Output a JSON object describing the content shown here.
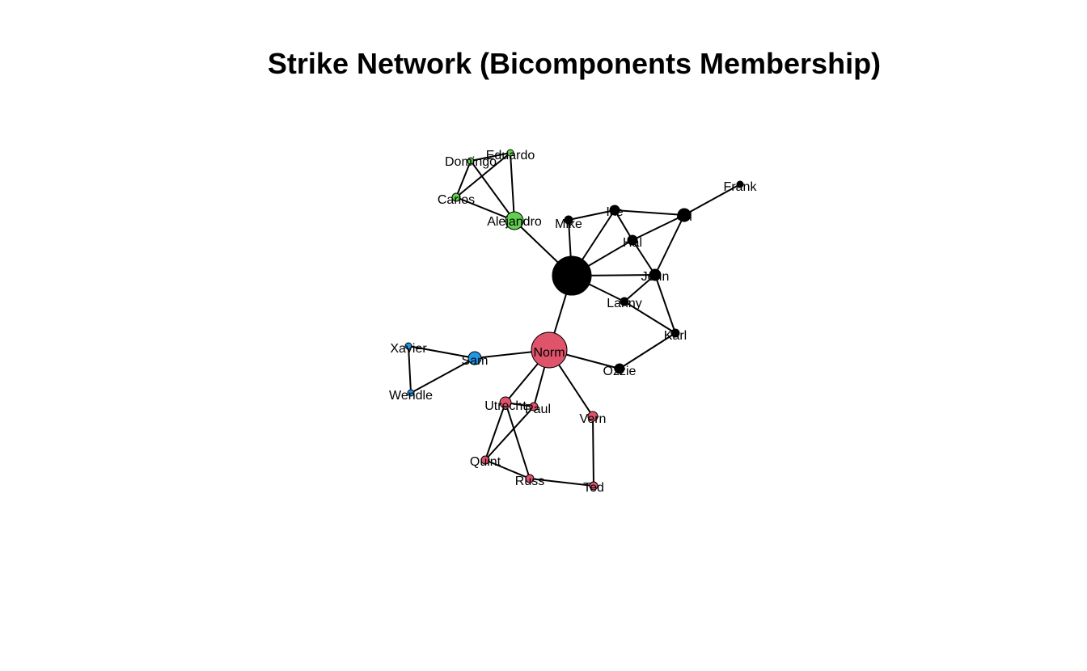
{
  "title": "Strike Network (Bicomponents Membership)",
  "colors": {
    "black": "#000000",
    "red": "#DF536B",
    "green": "#61D04F",
    "blue": "#2297E6",
    "edge": "#000000"
  },
  "nodes": [
    {
      "id": "hub",
      "label": "",
      "color": "black"
    },
    {
      "id": "Norm",
      "label": "Norm",
      "color": "red"
    },
    {
      "id": "Alejandro",
      "label": "Alejandro",
      "color": "green"
    },
    {
      "id": "Carlos",
      "label": "Carlos",
      "color": "green"
    },
    {
      "id": "Domingo",
      "label": "Domingo",
      "color": "green"
    },
    {
      "id": "Eduardo",
      "label": "Eduardo",
      "color": "green"
    },
    {
      "id": "Mike",
      "label": "Mike",
      "color": "black"
    },
    {
      "id": "Ike",
      "label": "Ike",
      "color": "black"
    },
    {
      "id": "Gil",
      "label": "Gil",
      "color": "black"
    },
    {
      "id": "Frank",
      "label": "Frank",
      "color": "black"
    },
    {
      "id": "Hal",
      "label": "Hal",
      "color": "black"
    },
    {
      "id": "John",
      "label": "John",
      "color": "black"
    },
    {
      "id": "Lanny",
      "label": "Lanny",
      "color": "black"
    },
    {
      "id": "Karl",
      "label": "Karl",
      "color": "black"
    },
    {
      "id": "Ozzie",
      "label": "Ozzie",
      "color": "black"
    },
    {
      "id": "Xavier",
      "label": "Xavier",
      "color": "blue"
    },
    {
      "id": "Sam",
      "label": "Sam",
      "color": "blue"
    },
    {
      "id": "Wendle",
      "label": "Wendle",
      "color": "blue"
    },
    {
      "id": "Utrecht",
      "label": "Utrecht",
      "color": "red"
    },
    {
      "id": "Paul",
      "label": "Paul",
      "color": "red"
    },
    {
      "id": "Vern",
      "label": "Vern",
      "color": "red"
    },
    {
      "id": "Quint",
      "label": "Quint",
      "color": "red"
    },
    {
      "id": "Russ",
      "label": "Russ",
      "color": "red"
    },
    {
      "id": "Ted",
      "label": "Ted",
      "color": "red"
    }
  ],
  "edges": [
    [
      "hub",
      "Alejandro"
    ],
    [
      "hub",
      "Mike"
    ],
    [
      "hub",
      "Ike"
    ],
    [
      "hub",
      "Hal"
    ],
    [
      "hub",
      "John"
    ],
    [
      "hub",
      "Lanny"
    ],
    [
      "hub",
      "Norm"
    ],
    [
      "Alejandro",
      "Carlos"
    ],
    [
      "Alejandro",
      "Domingo"
    ],
    [
      "Alejandro",
      "Eduardo"
    ],
    [
      "Carlos",
      "Domingo"
    ],
    [
      "Carlos",
      "Eduardo"
    ],
    [
      "Domingo",
      "Eduardo"
    ],
    [
      "Mike",
      "Ike"
    ],
    [
      "Ike",
      "Gil"
    ],
    [
      "Ike",
      "Hal"
    ],
    [
      "Gil",
      "Frank"
    ],
    [
      "Gil",
      "Hal"
    ],
    [
      "Gil",
      "John"
    ],
    [
      "Hal",
      "John"
    ],
    [
      "John",
      "Lanny"
    ],
    [
      "John",
      "Karl"
    ],
    [
      "Lanny",
      "Karl"
    ],
    [
      "Karl",
      "Ozzie"
    ],
    [
      "Norm",
      "Ozzie"
    ],
    [
      "Norm",
      "Sam"
    ],
    [
      "Sam",
      "Xavier"
    ],
    [
      "Sam",
      "Wendle"
    ],
    [
      "Xavier",
      "Wendle"
    ],
    [
      "Norm",
      "Utrecht"
    ],
    [
      "Norm",
      "Paul"
    ],
    [
      "Norm",
      "Vern"
    ],
    [
      "Utrecht",
      "Paul"
    ],
    [
      "Utrecht",
      "Quint"
    ],
    [
      "Utrecht",
      "Russ"
    ],
    [
      "Paul",
      "Quint"
    ],
    [
      "Quint",
      "Russ"
    ],
    [
      "Russ",
      "Ted"
    ],
    [
      "Vern",
      "Ted"
    ]
  ]
}
